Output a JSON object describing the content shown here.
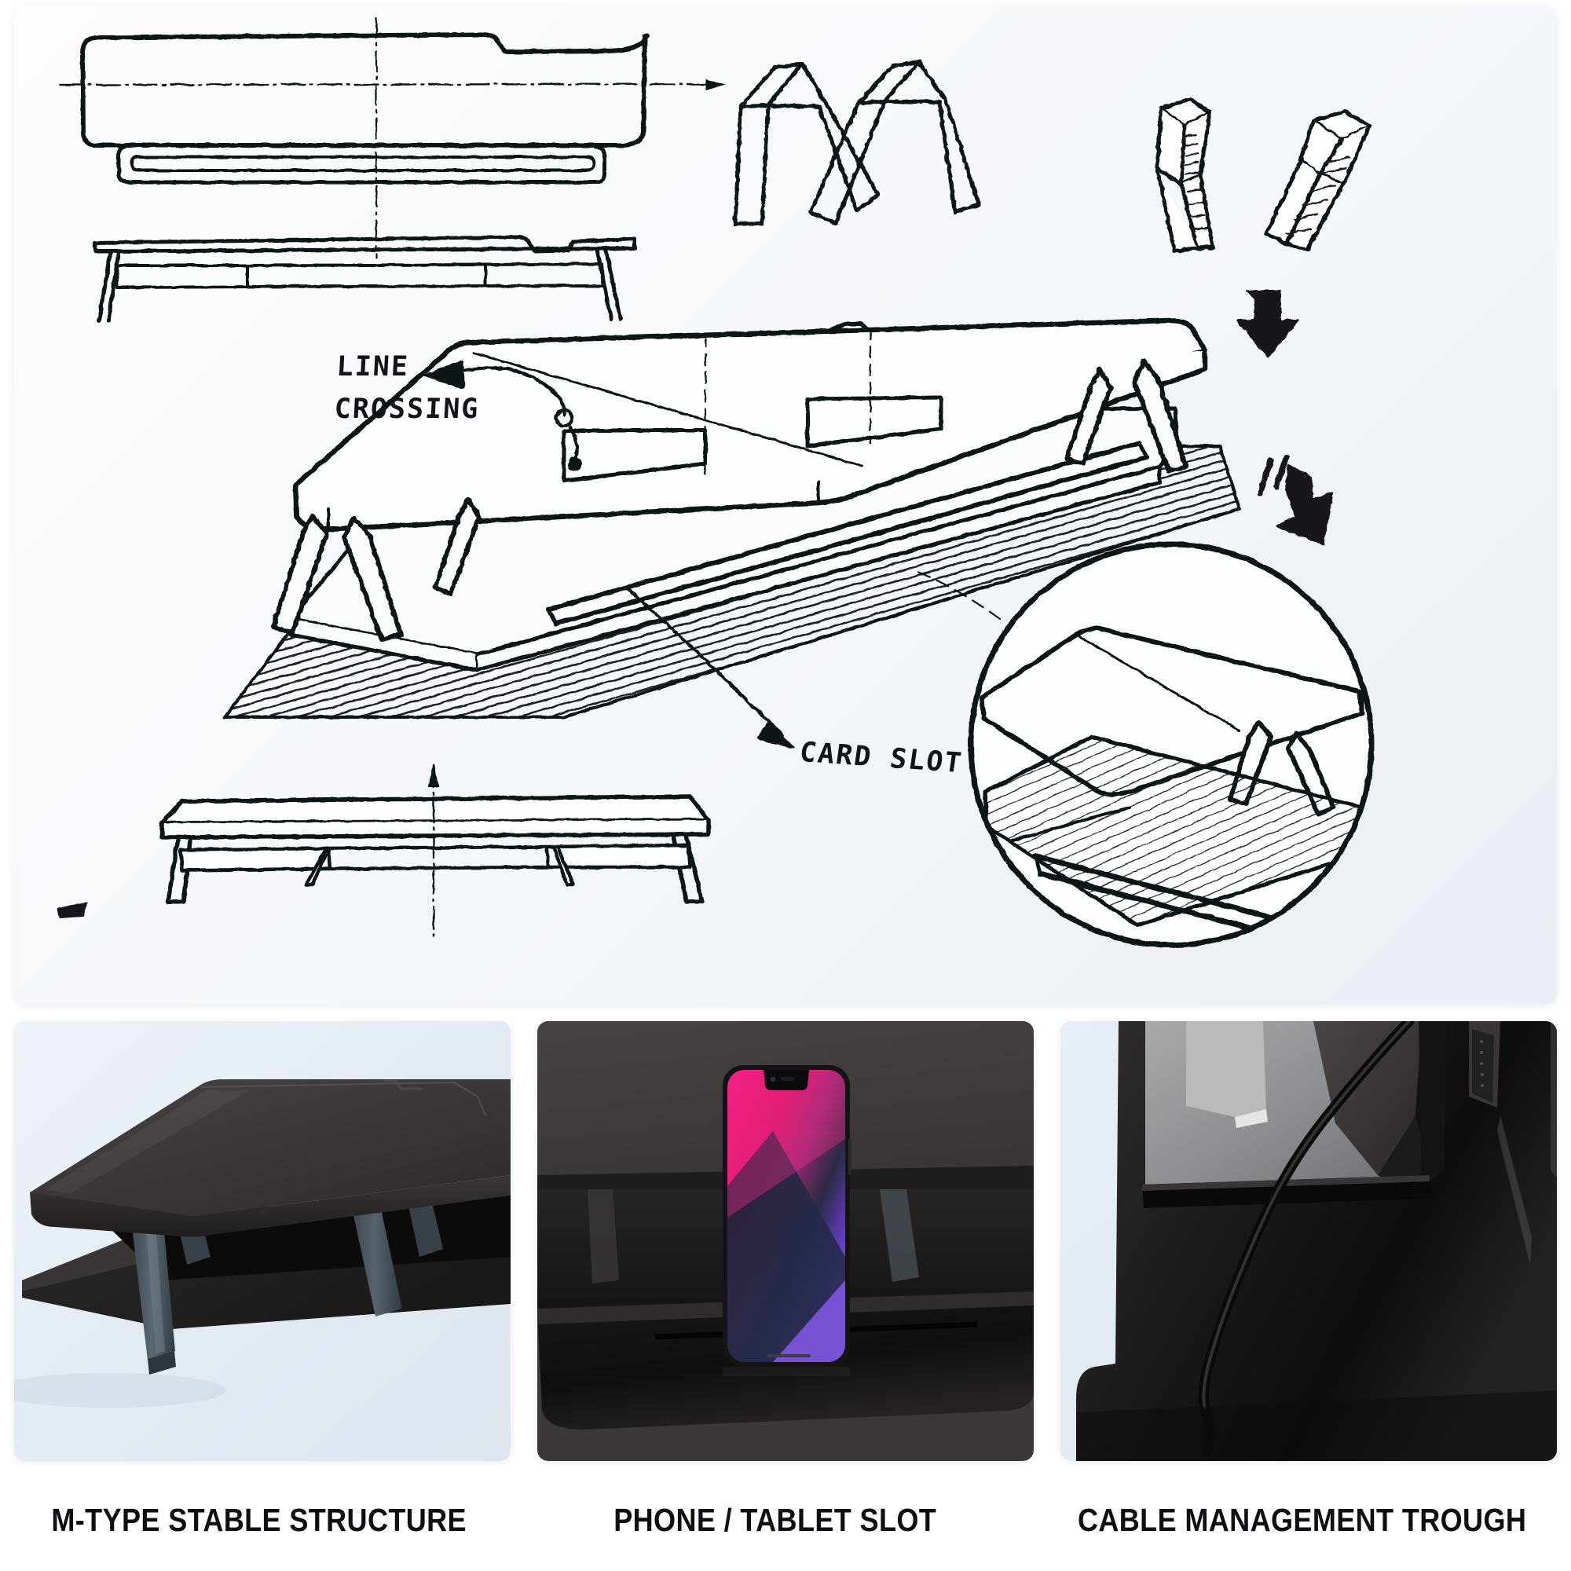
{
  "document": {
    "kind": "product-design-sheet",
    "subject": "Monitor stand / riser industrial design sketch sheet"
  },
  "sketch": {
    "name": "concept-sketch-sheet",
    "background_color": "#f4f7fa",
    "ink_color": "#111418",
    "annotations": [
      {
        "id": "line-crossing",
        "text": "LINE\nCROSSING",
        "style": "hand-lettered",
        "has_leader_arrow": true
      },
      {
        "id": "card-slot",
        "text": "CARD SLOT",
        "style": "hand-lettered",
        "has_leader_arrow": true
      }
    ],
    "views": [
      {
        "id": "top-ortho-view",
        "label": "top orthographic outline with centerlines"
      },
      {
        "id": "front-ortho-view",
        "label": "front elevation on legs"
      },
      {
        "id": "leg-study-a",
        "label": "M-leg wireframe study"
      },
      {
        "id": "leg-study-b",
        "label": "M-leg wireframe study mirrored"
      },
      {
        "id": "leg-study-c",
        "label": "solid tapered leg study"
      },
      {
        "id": "leg-study-d",
        "label": "solid tapered leg study angled"
      },
      {
        "id": "main-isometric-view",
        "label": "main isometric riser with hatched shadow"
      },
      {
        "id": "bottom-elevation",
        "label": "side elevation with vertical axis"
      },
      {
        "id": "detail-circle",
        "label": "circular zoom detail of card slot edge"
      }
    ]
  },
  "photos": [
    {
      "id": "photo-m-type-structure",
      "alt": "Angled render of the riser showing M shaped tapered legs",
      "bg_color": "#e4ecf3",
      "top_color": "#3a3638",
      "leg_color": "#4a565e"
    },
    {
      "id": "photo-phone-slot",
      "alt": "Smartphone standing upright in the front slot of the riser",
      "bg_color": "#3d3a3b",
      "phone_screen_colors": [
        "#e8157e",
        "#c0185f",
        "#1d2236",
        "#6b3fd4",
        "#8d5bf0"
      ]
    },
    {
      "id": "photo-cable-trough",
      "alt": "Close up of cable routed through the rear trough behind a monitor foot",
      "bg_color": "#e6edf4",
      "body_color": "#2a2728",
      "cable_color": "#0b0b0c"
    }
  ],
  "captions": [
    {
      "id": "caption-m-type",
      "text": "M-TYPE STABLE STRUCTURE"
    },
    {
      "id": "caption-phone-slot",
      "text": "PHONE / TABLET SLOT"
    },
    {
      "id": "caption-cable-trough",
      "text": "CABLE MANAGEMENT TROUGH"
    }
  ],
  "colors": {
    "page_background": "#ffffff",
    "panel_background": "#f2f6fa",
    "caption_text": "#0d0f12",
    "ink": "#111418"
  }
}
